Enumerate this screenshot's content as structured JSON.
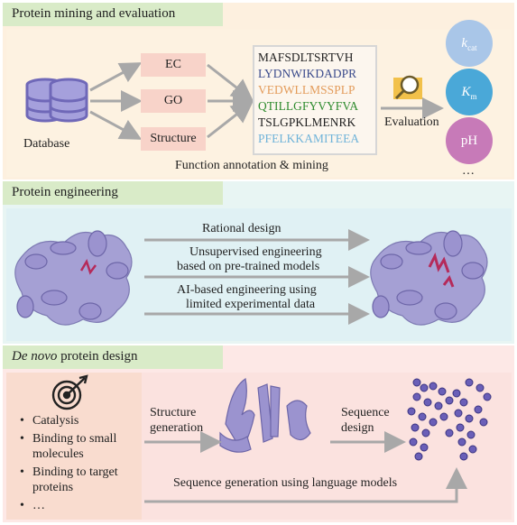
{
  "section1": {
    "title": "Protein mining and evaluation",
    "database_label": "Database",
    "annotations": [
      "EC",
      "GO",
      "Structure"
    ],
    "sequences": [
      {
        "text": "MAFSDLTSRTVH",
        "color": "#1f1f1f"
      },
      {
        "text": "LYDNWIKDADPR",
        "color": "#3b4b8c"
      },
      {
        "text": "VEDWLLMSSPLP",
        "color": "#e39b5a"
      },
      {
        "text": "QTILLGFYVYFVA",
        "color": "#2e8b2e"
      },
      {
        "text": "TSLGPKLMENRK",
        "color": "#1f1f1f"
      },
      {
        "text": "PFELKKAMITEEA",
        "color": "#6fb3d9"
      }
    ],
    "caption": "Function annotation & mining",
    "evaluation_label": "Evaluation",
    "metrics": [
      {
        "main": "k",
        "sub": "cat",
        "color": "#a9c6e8"
      },
      {
        "main": "K",
        "sub": "m",
        "color": "#4aa8d8"
      },
      {
        "main": "pH",
        "sub": "",
        "color": "#c77ab8"
      }
    ],
    "ellipsis": "…"
  },
  "section2": {
    "title": "Protein engineering",
    "approaches": [
      "Rational design",
      "Unsupervised engineering",
      "based on pre-trained models",
      "AI-based engineering using",
      "limited experimental data"
    ]
  },
  "section3": {
    "title_italic": "De novo",
    "title_rest": " protein design",
    "goals": [
      "Catalysis",
      "Binding to small molecules",
      "Binding to target proteins",
      "…"
    ],
    "structure_generation": [
      "Structure",
      "generation"
    ],
    "sequence_design": [
      "Sequence",
      "design"
    ],
    "language_models": "Sequence generation using language models"
  },
  "colors": {
    "panel1_bg": "#fdf0df",
    "panel2_bg": "#e8f5f3",
    "panel3_bg": "#fde8e6",
    "tag_bg": "#d9ebc8",
    "protein": "#9b93cf",
    "arrow": "#aaaaaa"
  }
}
